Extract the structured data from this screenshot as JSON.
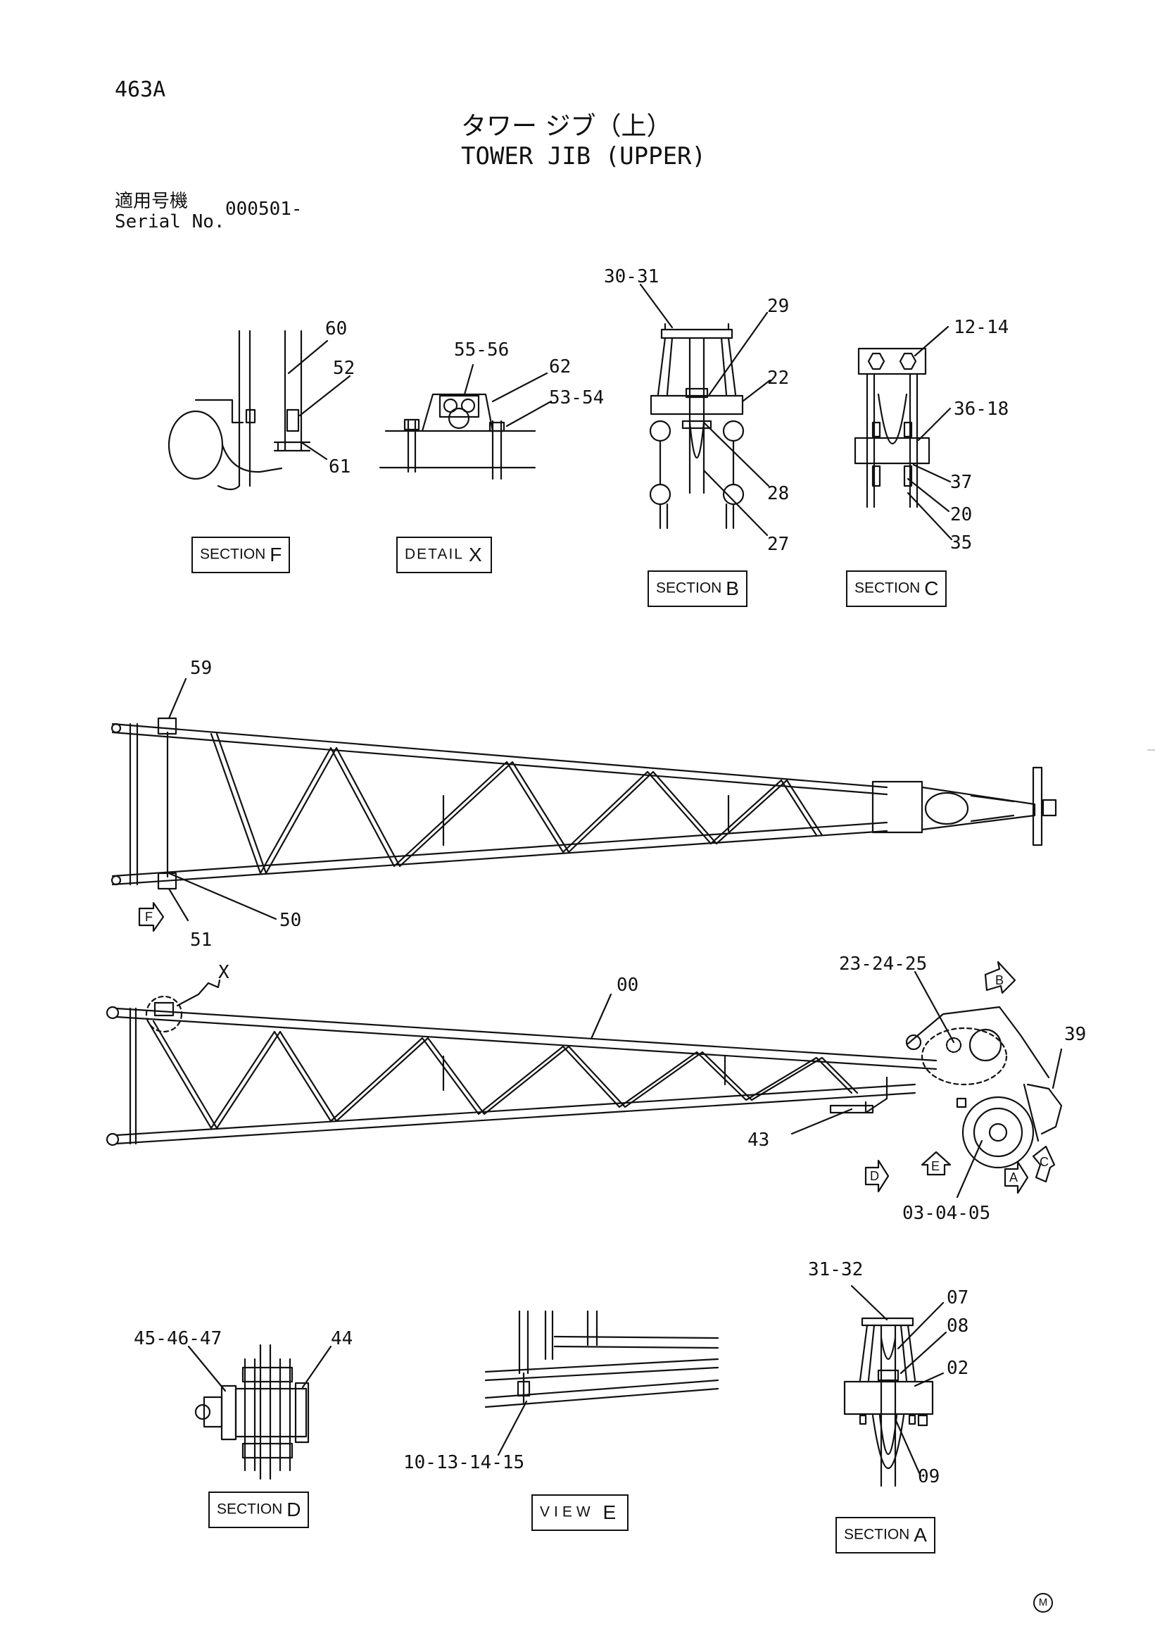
{
  "header": {
    "page_code": "463A",
    "title_jp": "タワー ジブ（上）",
    "title_en": "TOWER JIB (UPPER)",
    "serial_label_jp": "適用号機",
    "serial_label_en": "Serial No.",
    "serial_value": "000501-"
  },
  "section_tags": {
    "section_f": {
      "prefix": "SECTION",
      "letter": "F"
    },
    "detail_x": {
      "prefix": "DETAIL",
      "letter": "X"
    },
    "section_b": {
      "prefix": "SECTION",
      "letter": "B"
    },
    "section_c": {
      "prefix": "SECTION",
      "letter": "C"
    },
    "section_d": {
      "prefix": "SECTION",
      "letter": "D"
    },
    "view_e": {
      "prefix": "VIEW",
      "letter": "E"
    },
    "section_a": {
      "prefix": "SECTION",
      "letter": "A"
    }
  },
  "part_labels": {
    "p60": "60",
    "p52": "52",
    "p61": "61",
    "p55_56": "55-56",
    "p62": "62",
    "p53_54": "53-54",
    "p30_31": "30-31",
    "p29": "29",
    "p22": "22",
    "p28": "28",
    "p27": "27",
    "p12_14": "12-14",
    "p36_18": "36-18",
    "p37": "37",
    "p20": "20",
    "p35": "35",
    "p59": "59",
    "p50": "50",
    "p51": "51",
    "px": "X",
    "p00": "00",
    "p23_24_25": "23-24-25",
    "p39": "39",
    "p43": "43",
    "p03_04_05": "03-04-05",
    "p45_46_47": "45-46-47",
    "p44": "44",
    "p10_13_14_15": "10-13-14-15",
    "p31_32": "31-32",
    "p07": "07",
    "p08": "08",
    "p02": "02",
    "p09": "09"
  },
  "view_arrows": {
    "f": "F",
    "b": "B",
    "e": "E",
    "d": "D",
    "a": "A",
    "c": "C"
  },
  "footer": {
    "mark": "M"
  }
}
